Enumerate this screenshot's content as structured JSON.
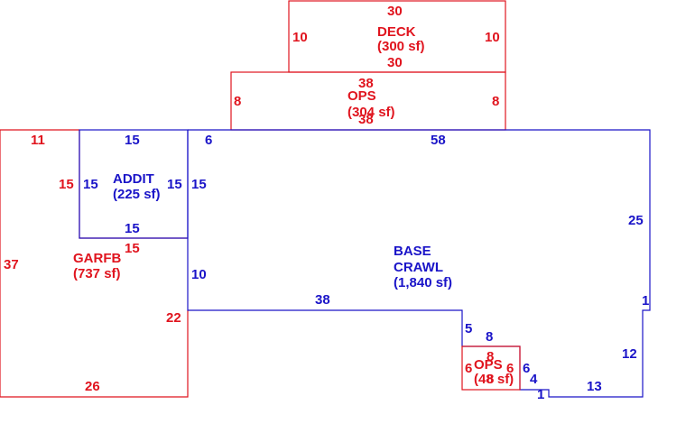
{
  "colors": {
    "red": "#e0141e",
    "blue": "#1a14c8"
  },
  "areas": {
    "deck": {
      "name": "DECK",
      "area": "(300 sf)",
      "color": "red"
    },
    "ops_top": {
      "name": "OPS",
      "area": "(304 sf)",
      "color": "red"
    },
    "addit": {
      "name": "ADDIT",
      "area": "(225 sf)",
      "color": "blue"
    },
    "garfb": {
      "name": "GARFB",
      "area": "(737 sf)",
      "color": "red"
    },
    "base": {
      "name1": "BASE",
      "name2": "CRAWL",
      "area": "(1,840 sf)",
      "color": "blue"
    },
    "ops_small": {
      "name": "OPS",
      "area": "(48 sf)",
      "color": "red"
    }
  },
  "dimensions": {
    "deck": [
      "30",
      "10",
      "10",
      "30"
    ],
    "ops_top": [
      "38",
      "8",
      "8",
      "38"
    ],
    "garfb": [
      "11",
      "15",
      "37",
      "15",
      "22",
      "26"
    ],
    "addit": [
      "15",
      "15",
      "15",
      "15"
    ],
    "base": [
      "6",
      "58",
      "15",
      "25",
      "10",
      "38",
      "1",
      "5",
      "8",
      "6",
      "4",
      "1",
      "12",
      "13"
    ],
    "ops_small": [
      "8",
      "6",
      "6",
      "8"
    ]
  }
}
